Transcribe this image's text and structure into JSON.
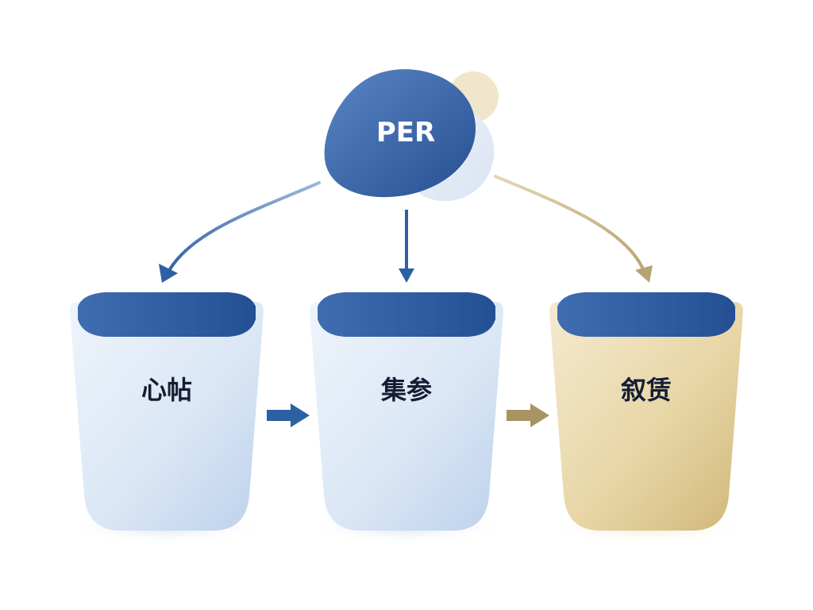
{
  "diagram": {
    "source": {
      "label": "PER",
      "color": "#3a6ab0",
      "accent_color": "#efe6cc"
    },
    "buckets": [
      {
        "label": "心帖",
        "color": "#dbe7f5",
        "lid_color": "#2f5c9e"
      },
      {
        "label": "集参",
        "color": "#dbe7f5",
        "lid_color": "#2f5c9e"
      },
      {
        "label": "叙赁",
        "color": "#e8d6a6",
        "lid_color": "#2f5c9e"
      }
    ],
    "arrow_colors": {
      "blue": "#2d5fa3",
      "gold": "#b7a36f"
    }
  }
}
